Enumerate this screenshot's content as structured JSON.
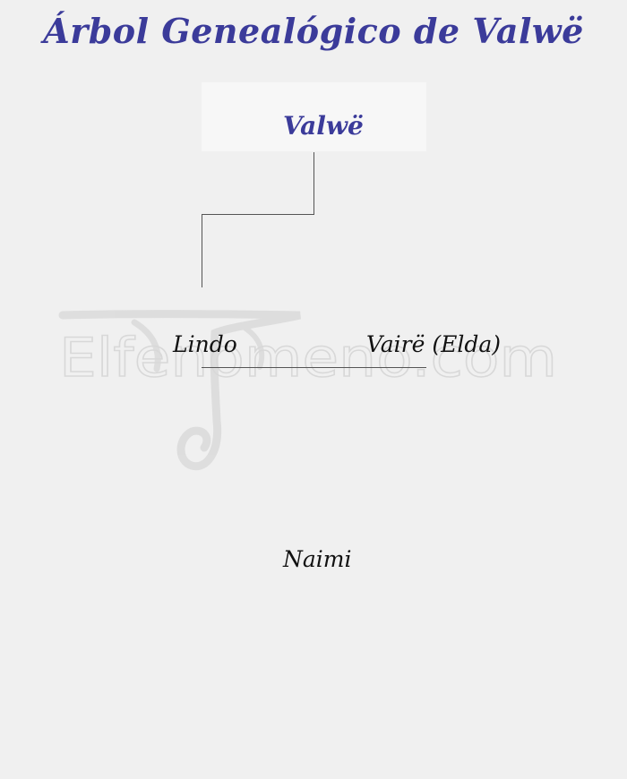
{
  "title": "Árbol Genealógico de Valwë",
  "watermark": {
    "text": "Elfenomeno.com",
    "icon": "dragon-icon"
  },
  "tree": {
    "root": "Valwë",
    "child": "Lindo",
    "spouse": "Vairë (Elda)",
    "grandchild": "Naimi"
  },
  "colors": {
    "background": "#f0f0f0",
    "title": "#3b3b9a",
    "root_box": "#f7f7f7",
    "text": "#111111",
    "line": "#555555"
  }
}
